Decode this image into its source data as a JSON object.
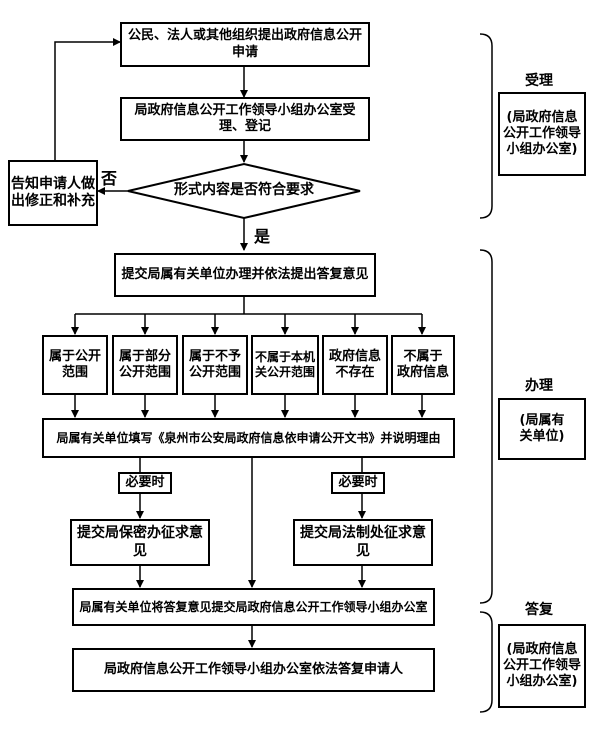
{
  "steps": {
    "apply": "公民、法人或其他组织提出政府信息公开申请",
    "register": "局政府信息公开工作领导小组办公室受理、登记",
    "check": "形式内容是否符合要求",
    "no_label": "否",
    "yes_label": "是",
    "notify": "告知申请人做\n出修正和补充",
    "submit": "提交局属有关单位办理并依法提出答复意见",
    "fill_form": "局属有关单位填写《泉州市公安局政府信息依申请公开文书》并说明理由",
    "necessary_left": "必要时",
    "necessary_right": "必要时",
    "secrecy": "提交局保密办征求意见",
    "legal": "提交局法制处征求意见",
    "report": "局属有关单位将答复意见提交局政府信息公开工作领导小组办公室",
    "reply": "局政府信息公开工作领导小组办公室依法答复申请人"
  },
  "categories": [
    "属于公开\n范围",
    "属于部分\n公开范围",
    "属于不予\n公开范围",
    "不属于本机\n关公开范围",
    "政府信息\n不存在",
    "不属于\n政府信息"
  ],
  "phases": {
    "accept": {
      "title": "受理",
      "desc": "(局政府信息\n公开工作领导\n小组办公室)"
    },
    "handle": {
      "title": "办理",
      "desc": "(局属有\n关单位)"
    },
    "reply": {
      "title": "答复",
      "desc": "(局政府信息\n公开工作领导\n小组办公室)"
    }
  }
}
